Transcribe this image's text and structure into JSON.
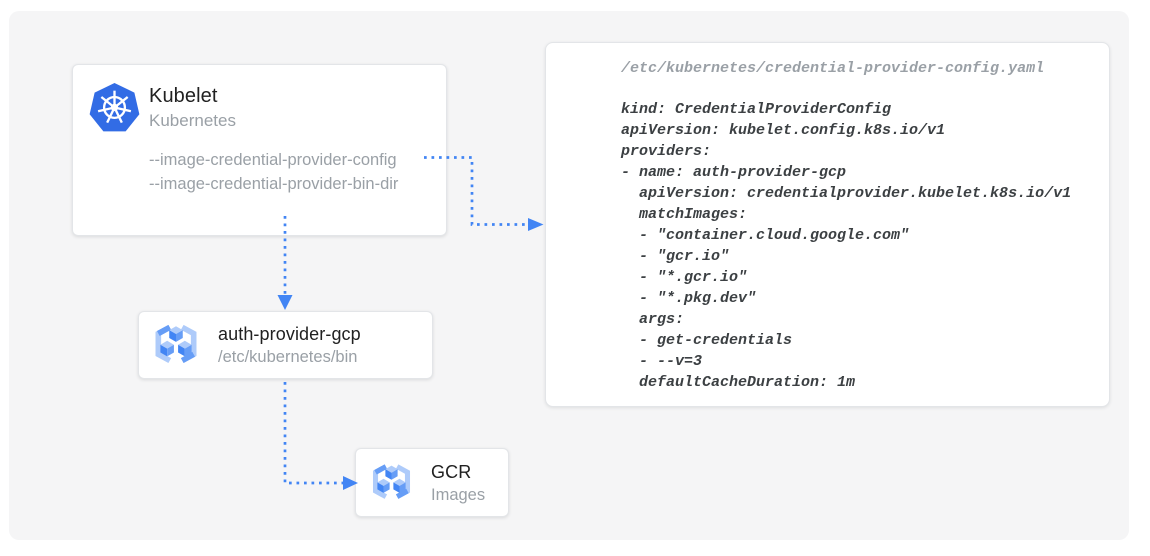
{
  "nodes": {
    "kubelet": {
      "title": "Kubelet",
      "subtitle": "Kubernetes",
      "flags": [
        "--image-credential-provider-config",
        "--image-credential-provider-bin-dir"
      ],
      "icon": "kubernetes-icon"
    },
    "auth_provider": {
      "title": "auth-provider-gcp",
      "subtitle": "/etc/kubernetes/bin",
      "icon": "container-registry-icon"
    },
    "gcr": {
      "title": "GCR",
      "subtitle": "Images",
      "icon": "container-registry-icon"
    }
  },
  "config_panel": {
    "filename": "/etc/kubernetes/credential-provider-config.yaml",
    "code_lines": [
      "kind: CredentialProviderConfig",
      "apiVersion: kubelet.config.k8s.io/v1",
      "providers:",
      "- name: auth-provider-gcp",
      "  apiVersion: credentialprovider.kubelet.k8s.io/v1",
      "  matchImages:",
      "  - \"container.cloud.google.com\"",
      "  - \"gcr.io\"",
      "  - \"*.gcr.io\"",
      "  - \"*.pkg.dev\"",
      "  args:",
      "  - get-credentials",
      "  - --v=3",
      "  defaultCacheDuration: 1m"
    ]
  },
  "colors": {
    "arrow_blue": "#4285F4",
    "kubernetes_blue": "#326CE5",
    "registry_blue": "#4285F4",
    "registry_mid_blue": "#669DF6",
    "registry_light_blue": "#AECBFA",
    "canvas_bg": "#F5F5F6",
    "card_border": "#E3E5E8",
    "title_text": "#212121",
    "muted_text": "#9AA0A6",
    "code_text": "#3C4043"
  }
}
